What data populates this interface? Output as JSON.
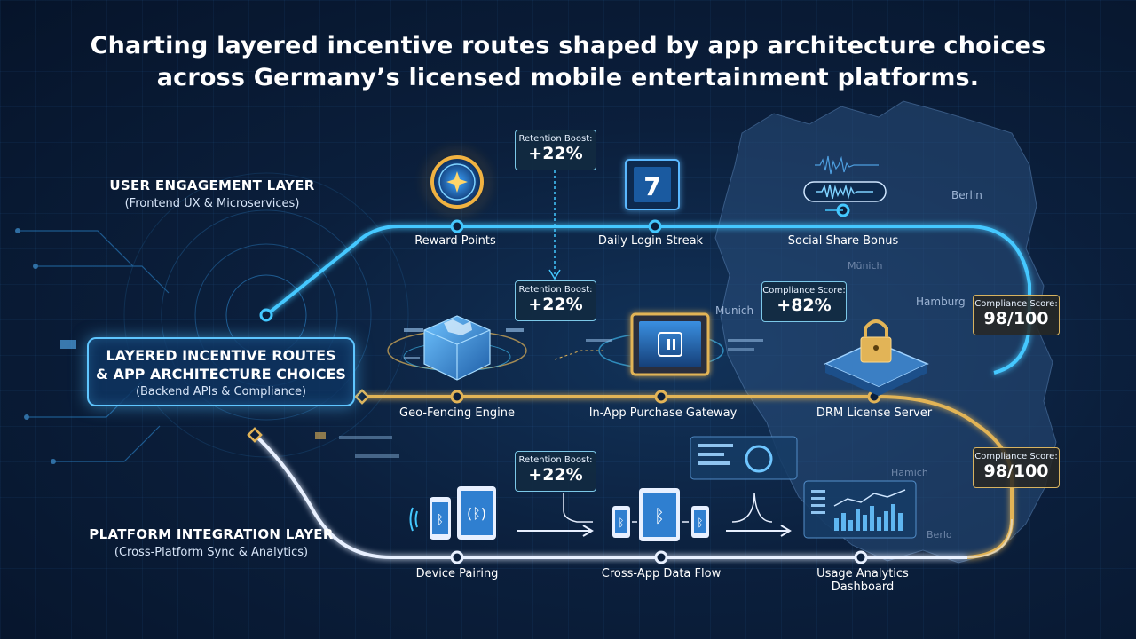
{
  "title": {
    "line1": "Charting layered incentive routes shaped by app architecture choices",
    "line2": "across Germany’s licensed mobile entertainment platforms."
  },
  "layers": {
    "engagement": {
      "title": "USER ENGAGEMENT LAYER",
      "subtitle": "(Frontend UX & Microservices)"
    },
    "center": {
      "line1": "LAYERED INCENTIVE ROUTES",
      "line2": "& APP ARCHITECTURE CHOICES",
      "subtitle": "(Backend APIs & Compliance)"
    },
    "platform": {
      "title": "PLATFORM INTEGRATION LAYER",
      "subtitle": "(Cross-Platform Sync & Analytics)"
    }
  },
  "nodes": {
    "top": [
      "Reward Points",
      "Daily Login Streak",
      "Social Share Bonus"
    ],
    "middle": [
      "Geo-Fencing Engine",
      "In-App Purchase Gateway",
      "DRM License Server"
    ],
    "bottom": [
      "Device Pairing",
      "Cross-App Data Flow",
      "Usage Analytics Dashboard"
    ]
  },
  "stats": {
    "retention_top": {
      "label": "Retention Boost:",
      "value": "+22%"
    },
    "retention_mid": {
      "label": "Retention Boost:",
      "value": "+22%"
    },
    "retention_low": {
      "label": "Retention Boost:",
      "value": "+22%"
    },
    "compliance_mid": {
      "label": "Compliance Score:",
      "value": "+82%"
    },
    "compliance_right_top": {
      "label": "Compliance Score:",
      "value": "98/100"
    },
    "compliance_right_bottom": {
      "label": "Compliance Score:",
      "value": "98/100"
    }
  },
  "streak_number": "7",
  "cities": {
    "berlin": "Berlin",
    "munich_top": "Münich",
    "hamburg": "Hamburg",
    "munich_left": "Munich",
    "hamich": "Hamich",
    "berlo": "Berlo"
  },
  "colors": {
    "top_route": "#44c8ff",
    "middle_route": "#e2b457",
    "bottom_route": "#e8f0ff",
    "background": "#0b1f3c",
    "map": "#2a4f7c"
  },
  "icons": {
    "reward": "compass-star-icon",
    "streak": "calendar-icon",
    "social": "sound-wave-icon",
    "geo": "map-cube-icon",
    "purchase": "tablet-icon",
    "drm": "padlock-icon",
    "pairing": "bluetooth-phone-icon",
    "sync": "bluetooth-tablet-icon",
    "analytics": "dashboard-chart-icon"
  }
}
